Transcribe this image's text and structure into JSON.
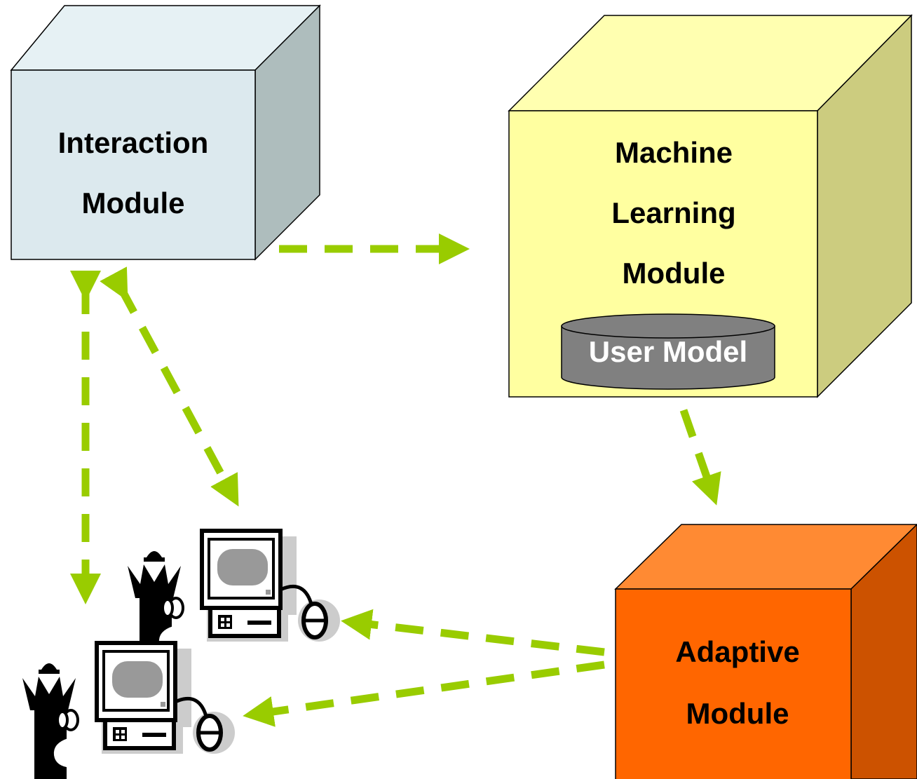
{
  "modules": {
    "interaction": {
      "line1": "Interaction",
      "line2": "Module",
      "front": "#dce9ee",
      "top": "#e6f1f4",
      "side": "#aebdbd"
    },
    "machine_learning": {
      "line1": "Machine",
      "line2": "Learning",
      "line3": "Module",
      "front": "#ffffa0",
      "top": "#ffffb0",
      "side": "#cccc7f"
    },
    "adaptive": {
      "line1": "Adaptive",
      "line2": "Module",
      "front": "#ff6600",
      "top": "#ff8a33",
      "side": "#cc5200"
    }
  },
  "user_model": {
    "label": "User Model",
    "fill": "#808080"
  },
  "colors": {
    "arrow": "#99cc00",
    "outline": "#000000",
    "shadow": "#cccccc"
  },
  "icons": [
    "user-at-computer-icon",
    "user-at-computer-icon"
  ]
}
